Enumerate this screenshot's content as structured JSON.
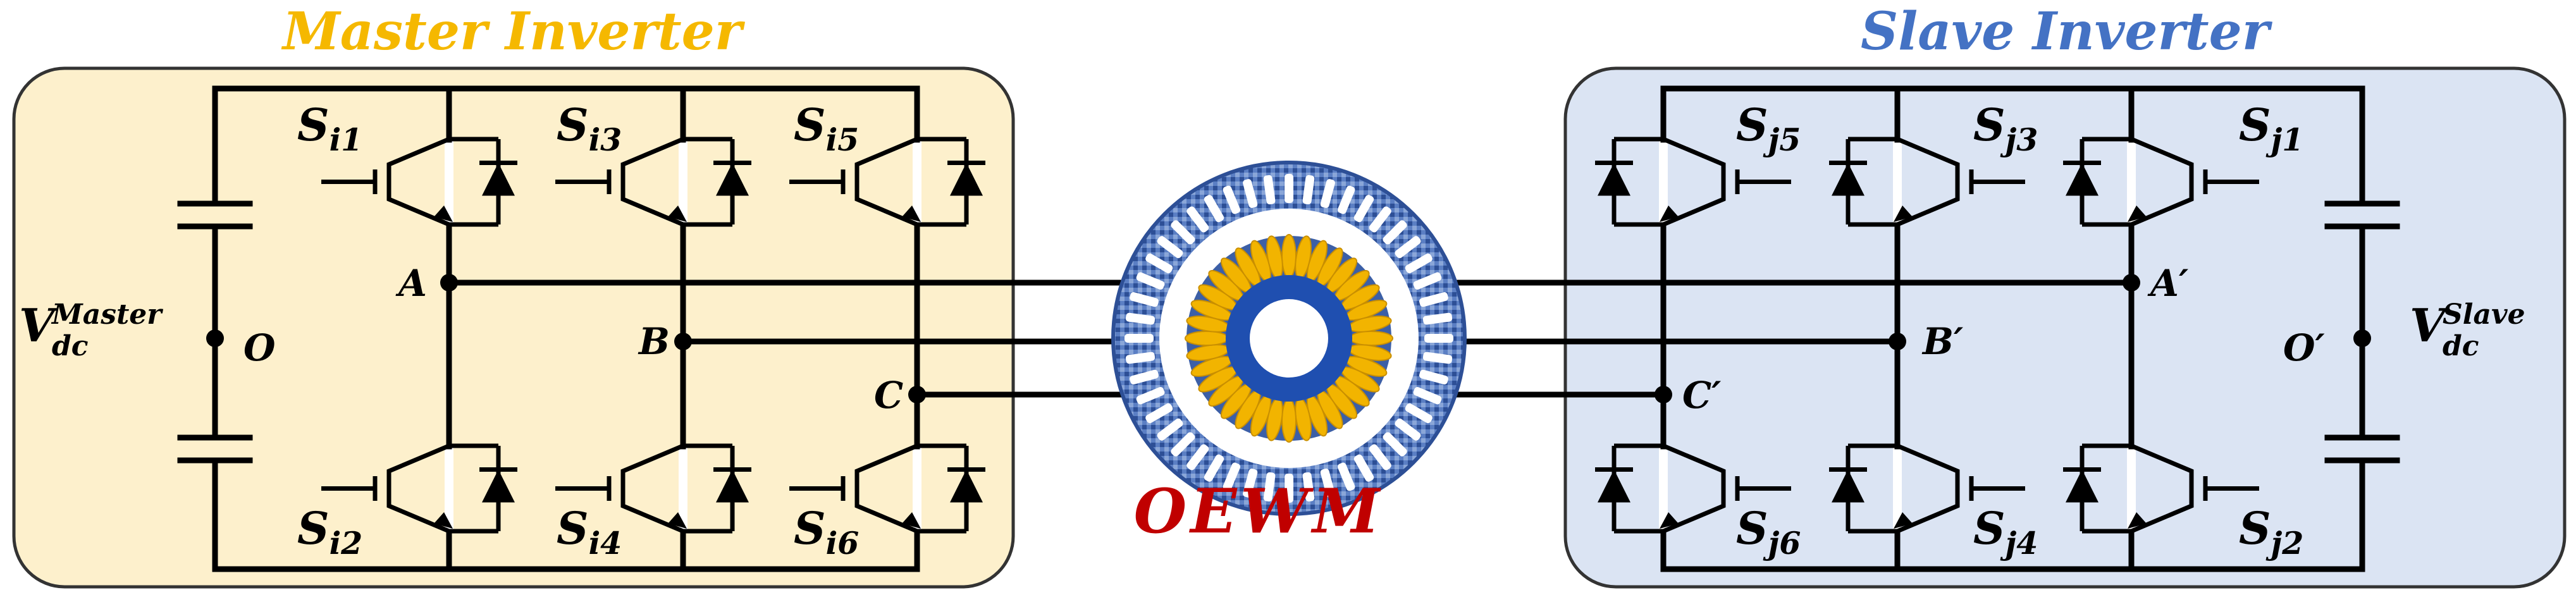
{
  "titles": {
    "master": "Master Inverter",
    "slave": "Slave Inverter",
    "motor": "OEWM"
  },
  "master": {
    "switches": {
      "top": [
        "S",
        "S",
        "S"
      ],
      "top_sub": [
        "i1",
        "i3",
        "i5"
      ],
      "bottom": [
        "S",
        "S",
        "S"
      ],
      "bottom_sub": [
        "i2",
        "i4",
        "i6"
      ]
    },
    "nodes": [
      "A",
      "B",
      "C"
    ],
    "midpoint": "O",
    "vdc": {
      "main": "V",
      "sub": "dc",
      "sup": "Master"
    }
  },
  "slave": {
    "switches": {
      "top": [
        "S",
        "S",
        "S"
      ],
      "top_sub": [
        "j5",
        "j3",
        "j1"
      ],
      "bottom": [
        "S",
        "S",
        "S"
      ],
      "bottom_sub": [
        "j6",
        "j4",
        "j2"
      ]
    },
    "nodes": [
      "A′",
      "B′",
      "C′"
    ],
    "midpoint": "O′",
    "vdc": {
      "main": "V",
      "sub": "dc",
      "sup": "Slave"
    }
  },
  "colors": {
    "master_bg": "#fdf0cc",
    "slave_bg": "#dbe4f3",
    "master_title": "#f5b800",
    "slave_title": "#4472c4",
    "motor_title": "#c00000",
    "stator": "#3c5fa6",
    "rotor": "#f2b400"
  }
}
